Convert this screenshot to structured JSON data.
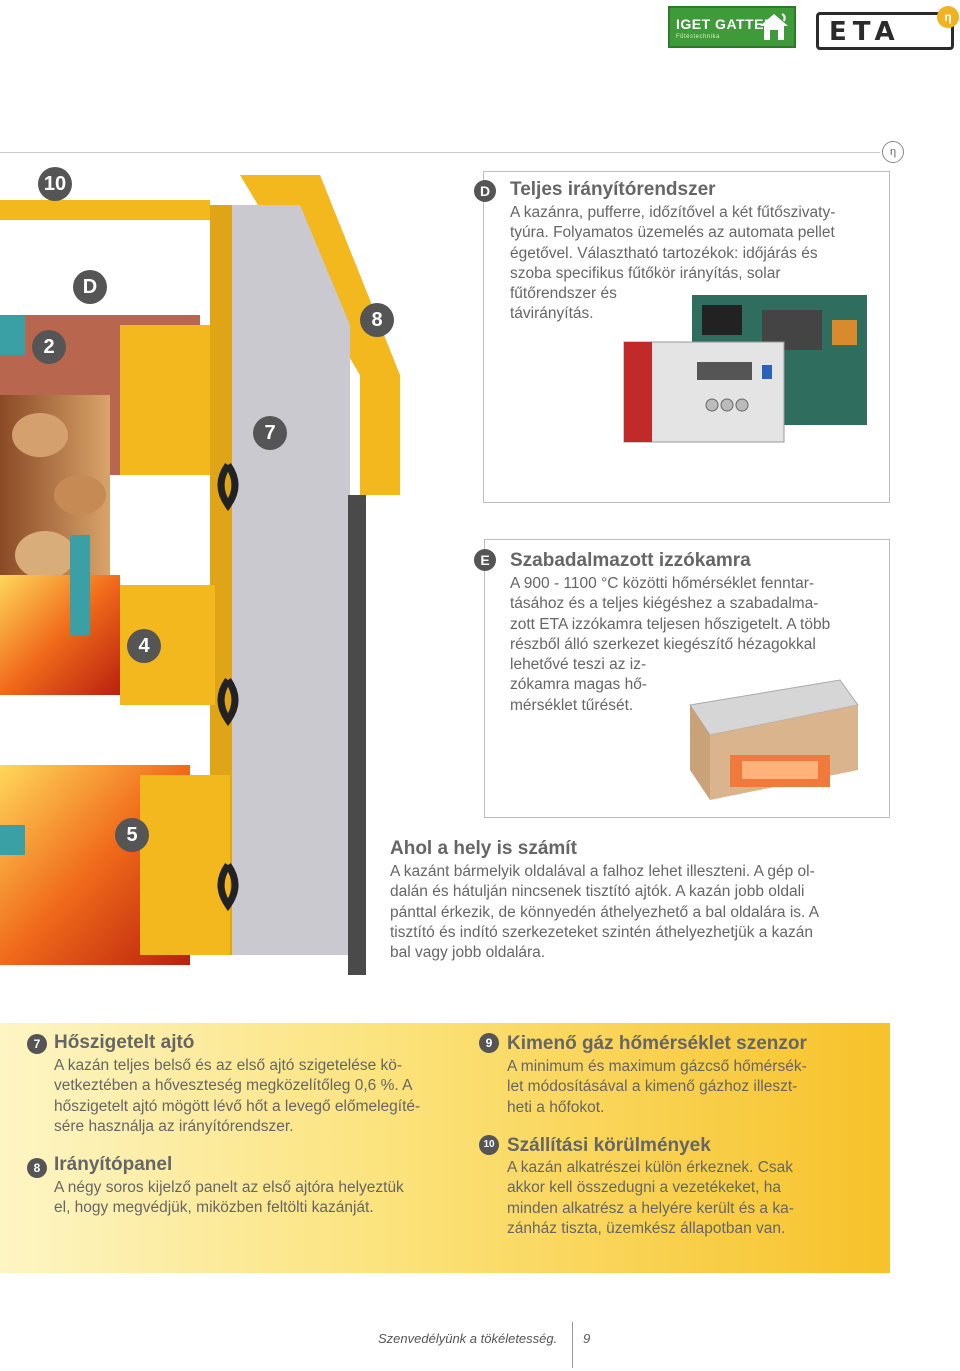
{
  "header": {
    "logo_iget": "IGET GATTER",
    "logo_iget_sub": "Fűtéstechnika",
    "logo_eta": "ETA",
    "logo_eta_badge": "η",
    "eta_symbol": "η"
  },
  "illustration": {
    "callouts": [
      "10",
      "2",
      "D",
      "8",
      "7",
      "4",
      "5"
    ]
  },
  "section_d": {
    "letter": "D",
    "title": "Teljes irányítórendszer",
    "lines": [
      "A kazánra, pufferre, időzítővel a két fűtőszivaty-",
      "tyúra. Folyamatos üzemelés az automata pellet",
      "égetővel. Választható tartozékok: időjárás és",
      "szoba specifikus fűtőkör irányítás, solar",
      "fűtőrendszer és",
      "távirányítás."
    ]
  },
  "section_e": {
    "letter": "E",
    "title": "Szabadalmazott izzókamra",
    "lines": [
      "A 900 - 1100 °C közötti hőmérséklet fenntar-",
      "tásához és a teljes kiégéshez a szabadalma-",
      "zott ETA izzókamra teljesen hőszigetelt. A több",
      "részből álló szerkezet kiegészítő hézagokkal",
      "lehetővé teszi az iz-",
      "zókamra magas hő-",
      "mérséklet tűrését."
    ]
  },
  "section_place": {
    "title": "Ahol a hely is számít",
    "lines": [
      "A kazánt bármelyik oldalával a falhoz lehet illeszteni. A gép ol-",
      "dalán és hátulján nincsenek tisztító ajtók. A kazán jobb oldali",
      "pánttal érkezik, de könnyedén áthelyezhető a bal oldalára is. A",
      "tisztító és indító szerkezeteket szintén áthelyezhetjük a kazán",
      "bal vagy jobb oldalára."
    ]
  },
  "band": {
    "item7": {
      "num": "7",
      "title": "Hőszigetelt ajtó",
      "lines": [
        "A kazán teljes belső és az első ajtó szigetelése kö-",
        "vetkeztében a hőveszteség megközelítőleg 0,6 %. A",
        "hőszigetelt ajtó mögött lévő hőt a levegő előmelegíté-",
        "sére használja az irányítórendszer."
      ]
    },
    "item8": {
      "num": "8",
      "title": "Irányítópanel",
      "lines": [
        "A négy soros kijelző panelt az első ajtóra helyeztük",
        "el, hogy megvédjük, miközben feltölti kazánját."
      ]
    },
    "item9": {
      "num": "9",
      "title": "Kimenő gáz hőmérséklet szenzor",
      "lines": [
        "A minimum és maximum gázcső hőmérsék-",
        "let módosításával a kimenő gázhoz illeszt-",
        "heti a hőfokot."
      ]
    },
    "item10": {
      "num": "10",
      "title": "Szállítási körülmények",
      "lines": [
        "A kazán alkatrészei külön érkeznek. Csak",
        "akkor kell összedugni a vezetékeket, ha",
        "minden alkatrész a helyére került és a ka-",
        "zánház tiszta, üzemkész állapotban van."
      ]
    }
  },
  "footer": {
    "text": "Szenvedélyünk a tökéletesség.",
    "page": "9"
  }
}
